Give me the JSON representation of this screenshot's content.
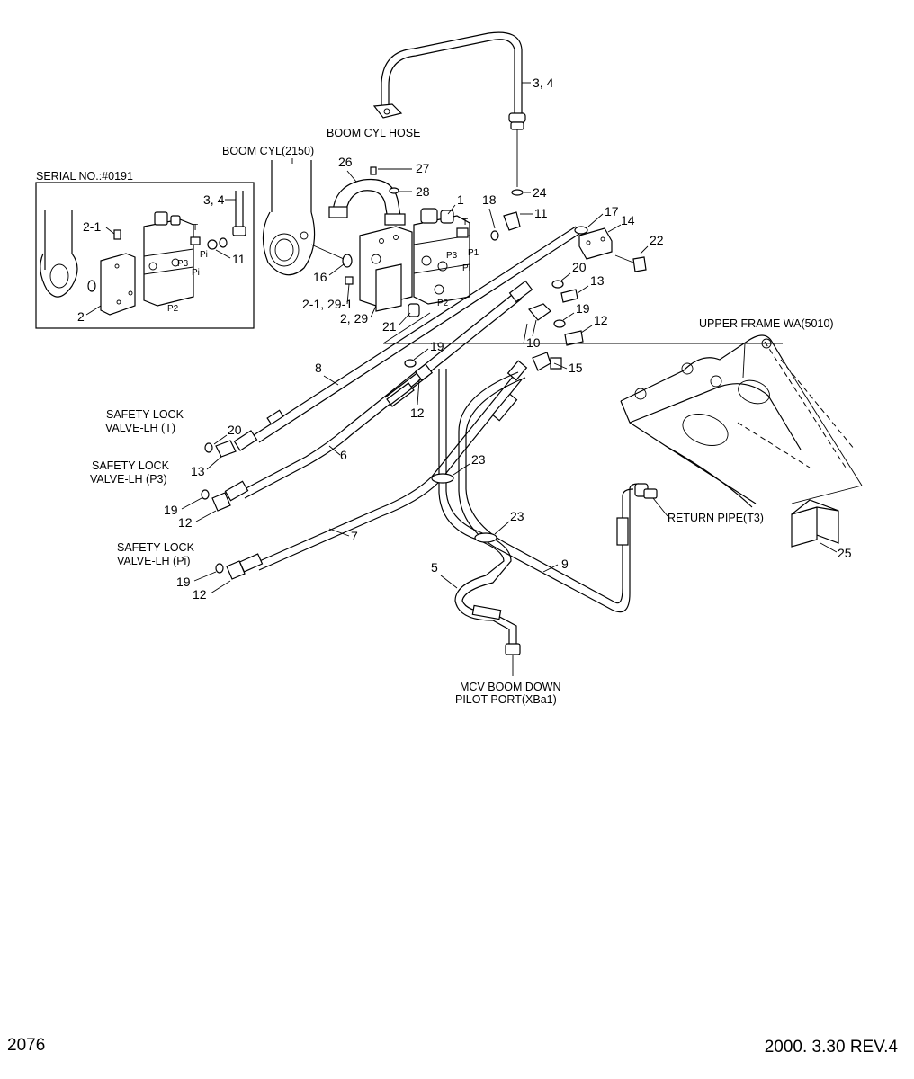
{
  "page": {
    "number": "2076",
    "date_rev": "2000. 3.30  REV.4"
  },
  "labels": {
    "boom_cyl_hose": "BOOM CYL HOSE",
    "boom_cyl": "BOOM CYL(2150)",
    "serial": "SERIAL NO.:#0191",
    "upper_frame": "UPPER FRAME WA(5010)",
    "return_pipe": "RETURN PIPE(T3)",
    "mcv_line1": "MCV BOOM DOWN",
    "mcv_line2": "PILOT PORT(XBa1)",
    "safety_t_1": "SAFETY LOCK",
    "safety_t_2": "VALVE-LH (T)",
    "safety_p3_1": "SAFETY LOCK",
    "safety_p3_2": "VALVE-LH (P3)",
    "safety_pi_1": "SAFETY LOCK",
    "safety_pi_2": "VALVE-LH (Pi)"
  },
  "port_marks": {
    "p3": "P3",
    "pi": "Pi",
    "p1": "P1",
    "p2": "P2",
    "t": "T"
  },
  "callouts": {
    "c_3_4_top": "3, 4",
    "c_24": "24",
    "c_26": "26",
    "c_27": "27",
    "c_28": "28",
    "c_1": "1",
    "c_18": "18",
    "c_11": "11",
    "c_17": "17",
    "c_14": "14",
    "c_22": "22",
    "c_20a": "20",
    "c_13a": "13",
    "c_19a": "19",
    "c_12a": "12",
    "c_10": "10",
    "c_15": "15",
    "c_16": "16",
    "c_2_1_29_1": "2-1, 29-1",
    "c_2_29": "2, 29",
    "c_21": "21",
    "c_19b": "19",
    "c_8": "8",
    "c_12b": "12",
    "c_6": "6",
    "c_20b": "20",
    "c_13b": "13",
    "c_19c": "19",
    "c_12c": "12",
    "c_23a": "23",
    "c_7": "7",
    "c_23b": "23",
    "c_19d": "19",
    "c_12d": "12",
    "c_5": "5",
    "c_9": "9",
    "c_25": "25",
    "inset_3_4": "3, 4",
    "inset_2_1": "2-1",
    "inset_11": "11",
    "inset_2": "2"
  }
}
